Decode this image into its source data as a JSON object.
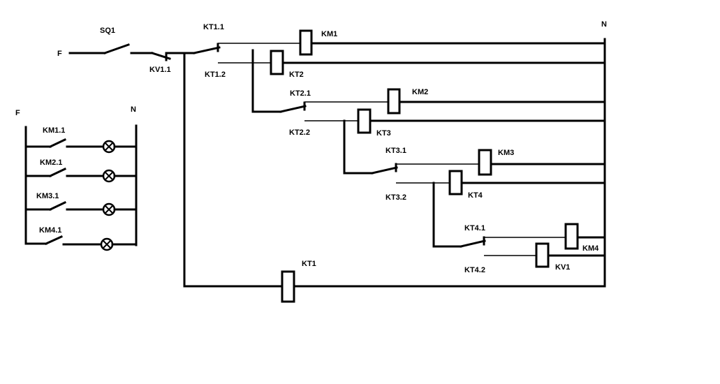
{
  "supply": {
    "phase": "F",
    "neutral": "N"
  },
  "contacts": {
    "sq1": "SQ1",
    "kv1_1": "KV1.1",
    "kt1_1": "KT1.1",
    "kt1_2": "KT1.2",
    "kt2_1": "KT2.1",
    "kt2_2": "KT2.2",
    "kt3_1": "KT3.1",
    "kt3_2": "KT3.2",
    "kt4_1": "KT4.1",
    "kt4_2": "KT4.2"
  },
  "coils": {
    "km1": "KM1",
    "km2": "KM2",
    "km3": "KM3",
    "km4": "KM4",
    "kt1": "KT1",
    "kt2": "KT2",
    "kt3": "KT3",
    "kt4": "KT4",
    "kv1": "KV1"
  },
  "lamp_circuit": {
    "phase": "F",
    "neutral": "N",
    "contacts": [
      "KM1.1",
      "KM2.1",
      "KM3.1",
      "KM4.1"
    ]
  }
}
